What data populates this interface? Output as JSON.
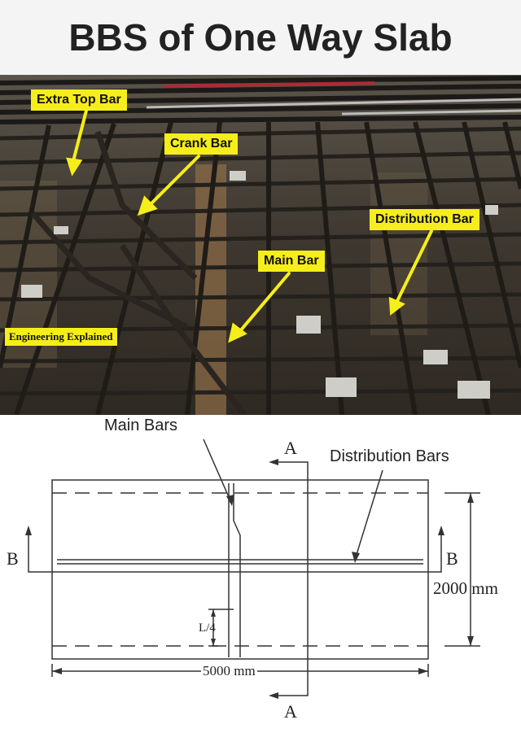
{
  "title": "BBS of One Way Slab",
  "photo": {
    "labels": {
      "extra_top_bar": "Extra Top Bar",
      "crank_bar": "Crank Bar",
      "distribution_bar": "Distribution Bar",
      "main_bar": "Main Bar",
      "watermark": "Engineering Explained"
    },
    "label_color": "#f6ee1a"
  },
  "diagram": {
    "main_bars_label": "Main Bars",
    "distribution_bars_label": "Distribution Bars",
    "section_a_top": "A",
    "section_a_bottom": "A",
    "section_b_left": "B",
    "section_b_right": "B",
    "height_dim": "2000 mm",
    "width_dim": "5000 mm",
    "crank_dim": "L/4"
  }
}
